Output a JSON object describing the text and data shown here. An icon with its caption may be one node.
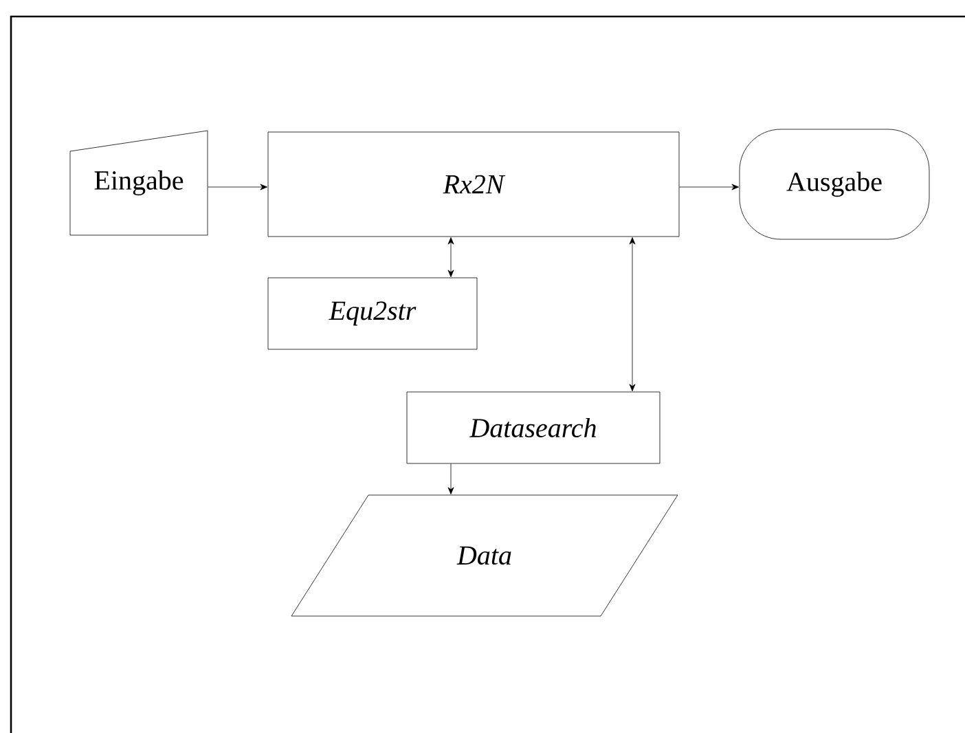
{
  "diagram": {
    "nodes": [
      {
        "text": [
          "Eingabe"
        ]
      },
      {
        "text": [
          "Rx2N"
        ]
      },
      {
        "text": [
          "Ausgabe"
        ]
      },
      {
        "text": [
          "Equ2str"
        ]
      },
      {
        "text": [
          "Datasearch"
        ]
      },
      {
        "text": [
          "Data"
        ]
      }
    ],
    "edges": [
      {
        "from": 0,
        "to": 1,
        "arrow": "to"
      },
      {
        "from": 1,
        "to": 2,
        "arrow": "to"
      },
      {
        "from": 1,
        "to": 3,
        "arrow": "both"
      },
      {
        "from": 1,
        "to": 4,
        "arrow": "both"
      },
      {
        "from": 4,
        "to": 5,
        "arrow": "to"
      }
    ]
  }
}
